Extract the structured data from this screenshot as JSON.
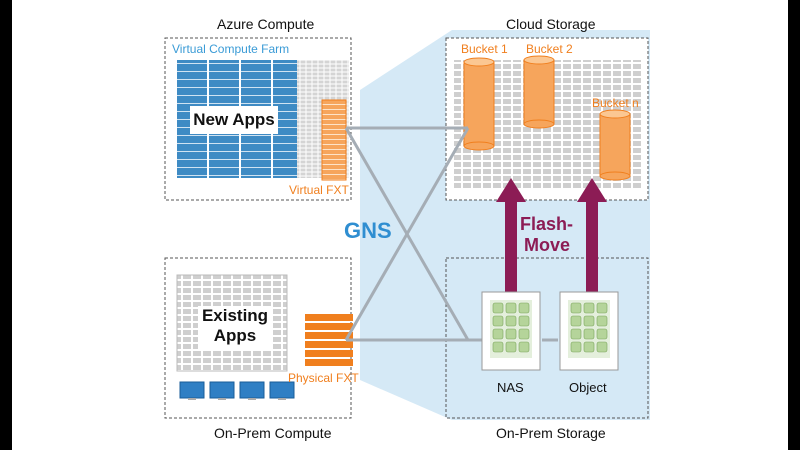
{
  "azure_compute": {
    "title": "Azure Compute",
    "farm_label": "Virtual Compute Farm",
    "apps_label": "New Apps",
    "fxt_label": "Virtual FXT"
  },
  "cloud_storage": {
    "title": "Cloud Storage",
    "buckets": [
      "Bucket 1",
      "Bucket 2",
      "Bucket n"
    ]
  },
  "onprem_compute": {
    "title": "On-Prem Compute",
    "apps_line1": "Existing",
    "apps_line2": "Apps",
    "fxt_label": "Physical FXT"
  },
  "onprem_storage": {
    "title": "On-Prem Storage",
    "nas_label": "NAS",
    "object_label": "Object"
  },
  "gns_label": "GNS",
  "flash_move": {
    "line1": "Flash-",
    "line2": "Move"
  },
  "colors": {
    "blue_fill": "#d5e9f6",
    "orange": "#f07f1e",
    "maroon": "#8c1c55",
    "server_blue": "#3e8bc4",
    "green": "#b5d49a"
  }
}
